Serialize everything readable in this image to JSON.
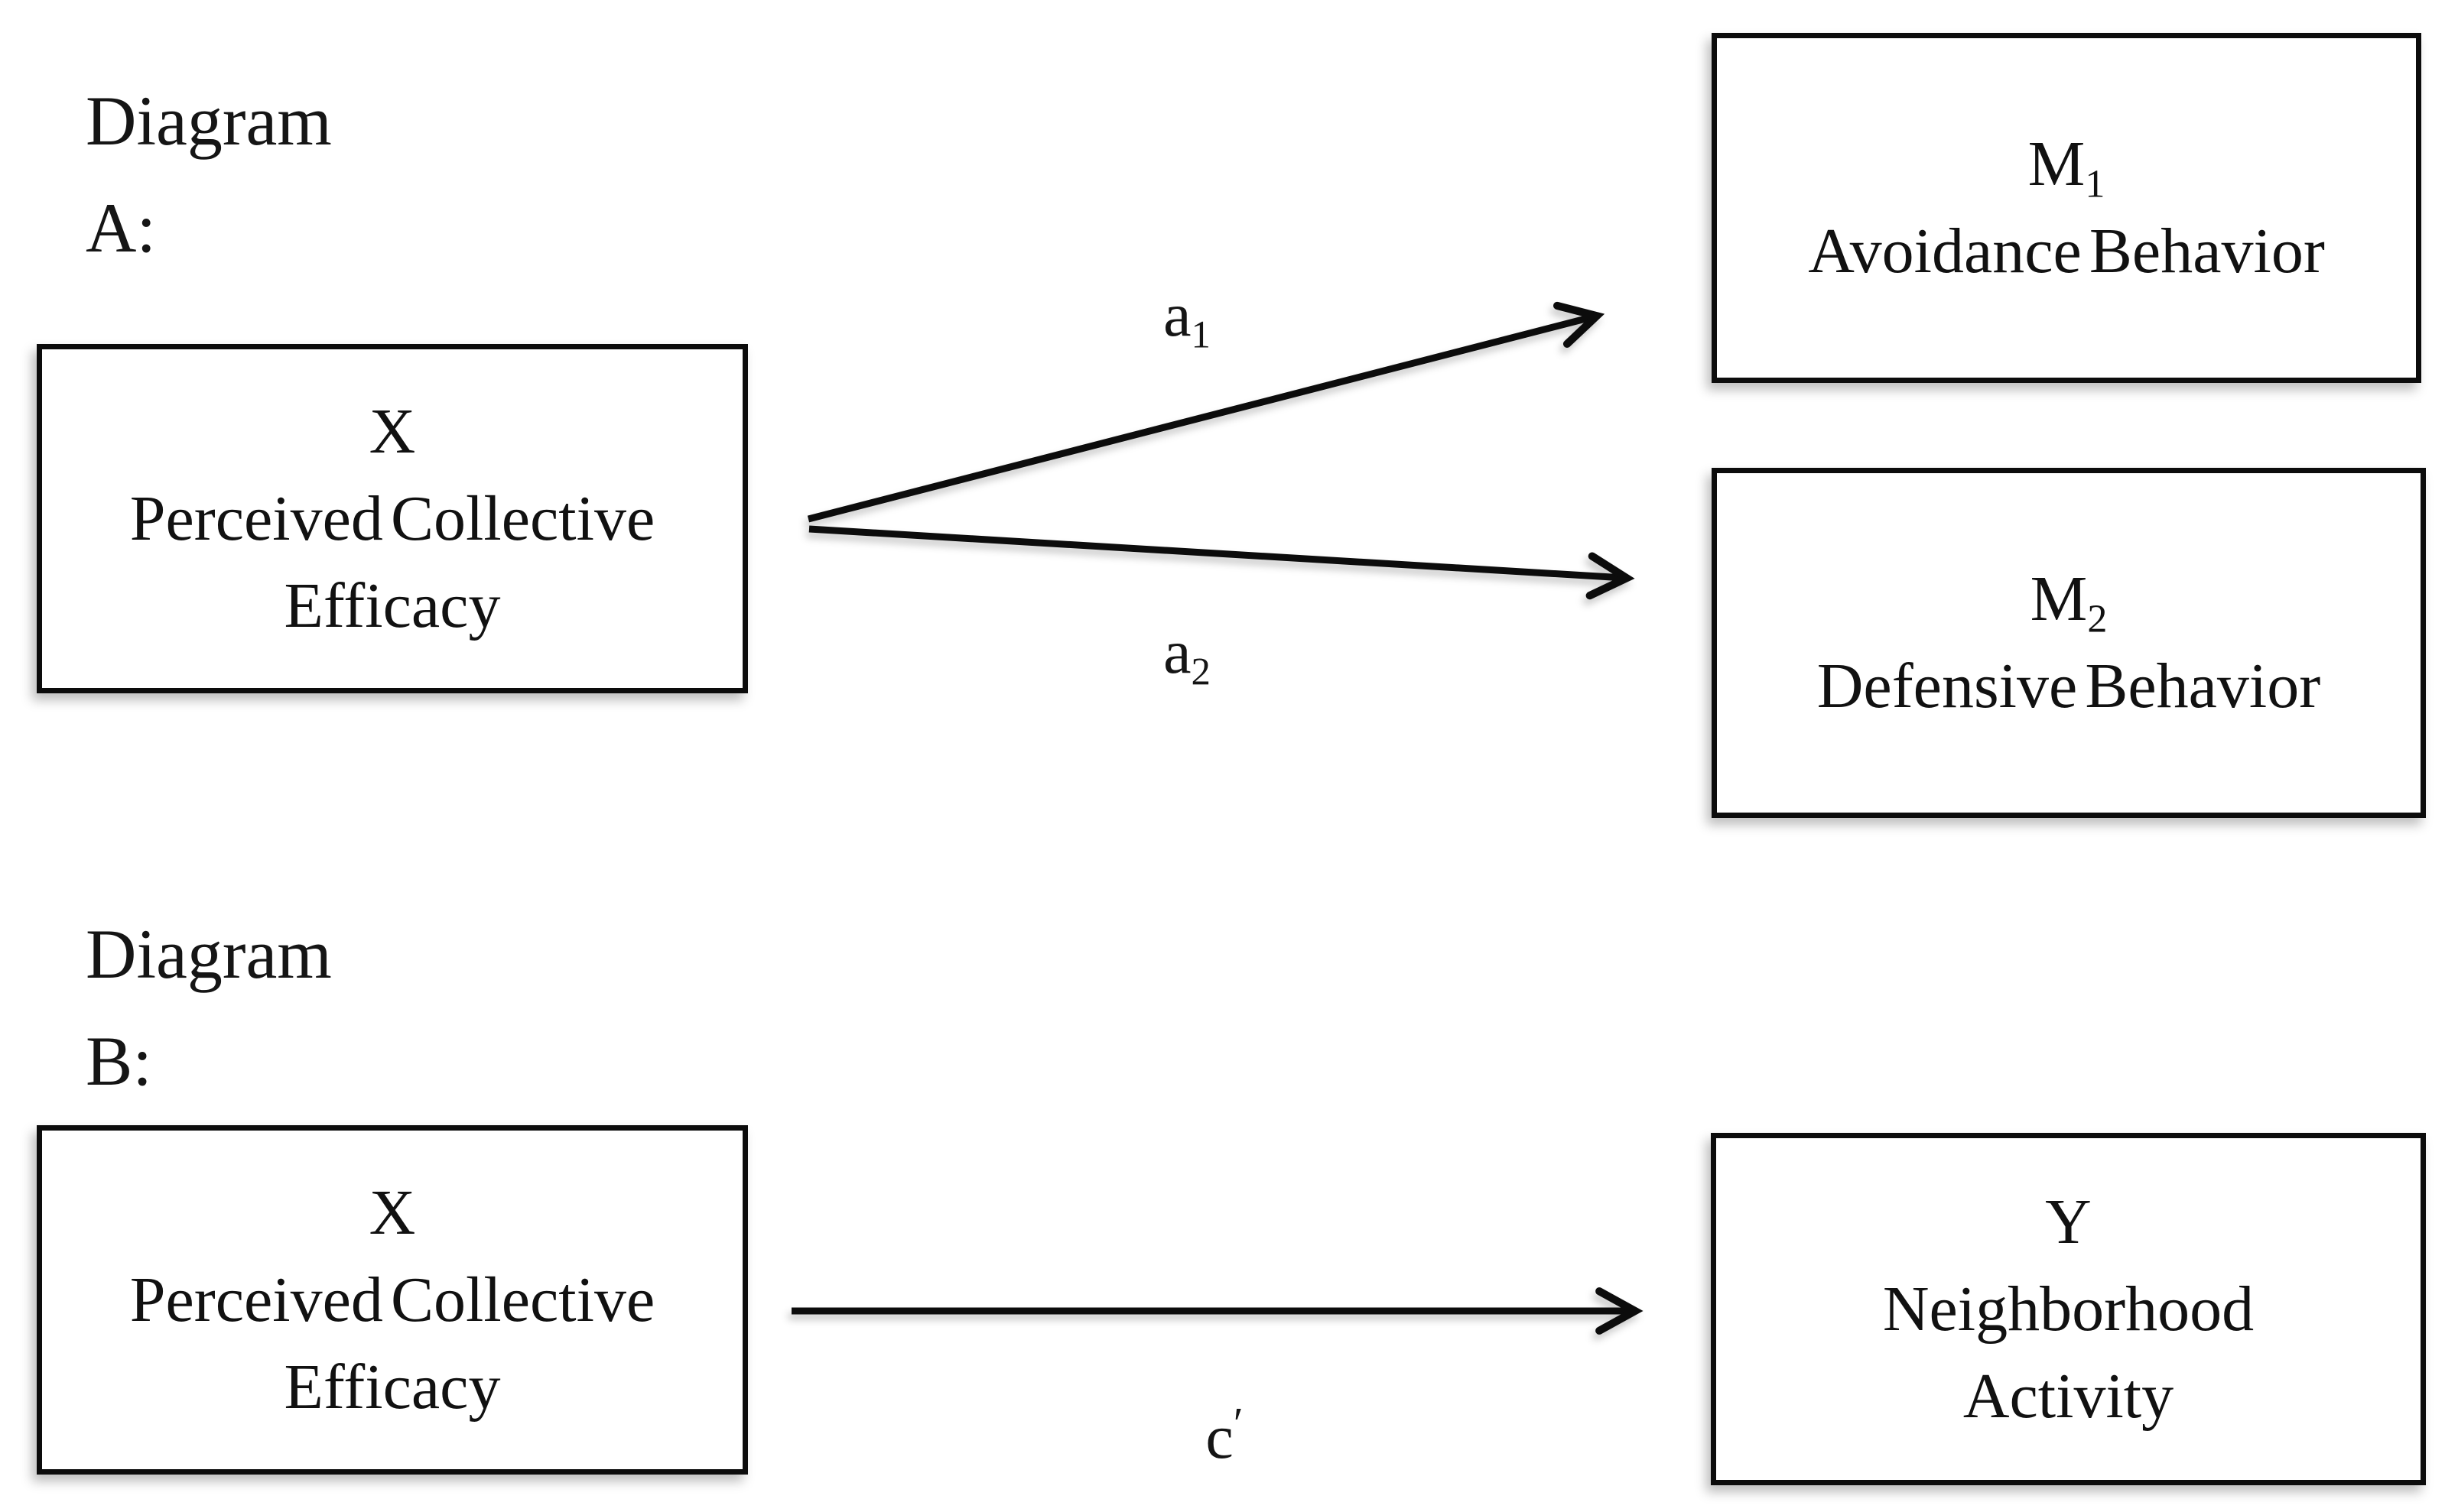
{
  "page": {
    "background_color": "#ffffff",
    "ink_color": "#0d0d0d"
  },
  "diagram_a": {
    "section_label": {
      "line1": "Diagram",
      "line2": "A:"
    },
    "box_x": {
      "var_base": "X",
      "var_sub": "",
      "line2": "Perceived Collective",
      "line3": "Efficacy"
    },
    "box_m1": {
      "var_base": "M",
      "var_sub": "1",
      "line2": "Avoidance Behavior"
    },
    "box_m2": {
      "var_base": "M",
      "var_sub": "2",
      "line2": "Defensive Behavior"
    },
    "edge_a1": {
      "base": "a",
      "sub": "1"
    },
    "edge_a2": {
      "base": "a",
      "sub": "2"
    }
  },
  "diagram_b": {
    "section_label": {
      "line1": "Diagram",
      "line2": "B:"
    },
    "box_x": {
      "var_base": "X",
      "var_sub": "",
      "line2": "Perceived Collective",
      "line3": "Efficacy"
    },
    "box_y": {
      "var_base": "Y",
      "var_sub": "",
      "line2": "Neighborhood",
      "line3": "Activity"
    },
    "edge_c": {
      "base": "c",
      "prime": "′"
    }
  }
}
